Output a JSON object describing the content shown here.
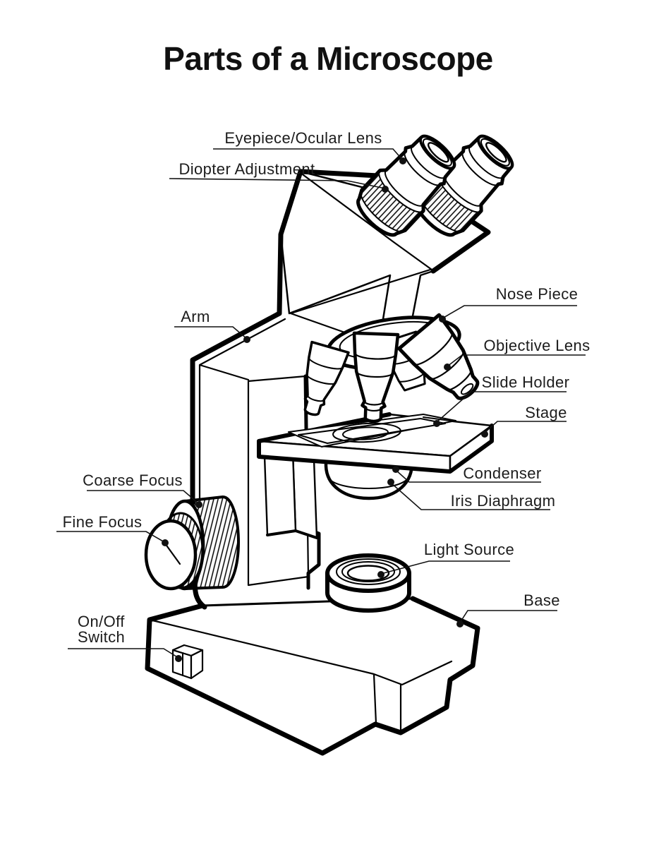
{
  "title": "Parts of a Microscope",
  "diagram": {
    "labels": [
      {
        "id": "eyepiece-ocular-lens",
        "text": "Eyepiece/Ocular Lens"
      },
      {
        "id": "diopter-adjustment",
        "text": "Diopter Adjustment"
      },
      {
        "id": "arm",
        "text": "Arm"
      },
      {
        "id": "nose-piece",
        "text": "Nose Piece"
      },
      {
        "id": "objective-lens",
        "text": "Objective Lens"
      },
      {
        "id": "slide-holder",
        "text": "Slide Holder"
      },
      {
        "id": "stage",
        "text": "Stage"
      },
      {
        "id": "coarse-focus",
        "text": "Coarse Focus"
      },
      {
        "id": "fine-focus",
        "text": "Fine Focus"
      },
      {
        "id": "condenser",
        "text": "Condenser"
      },
      {
        "id": "iris-diaphragm",
        "text": "Iris Diaphragm"
      },
      {
        "id": "light-source",
        "text": "Light Source"
      },
      {
        "id": "base",
        "text": "Base"
      },
      {
        "id": "on-off-switch",
        "text": "On/Off",
        "text2": "Switch"
      }
    ]
  },
  "colors": {
    "ink": "#000000",
    "paper": "#ffffff",
    "label_ink": "#1c1c1c"
  }
}
